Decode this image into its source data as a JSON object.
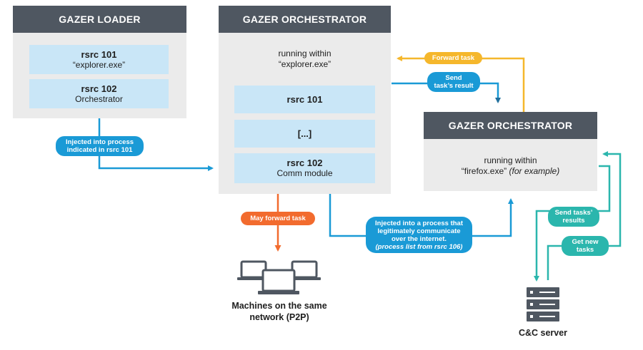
{
  "loader": {
    "title": "GAZER LOADER",
    "rsrc101": {
      "title": "rsrc 101",
      "sub": "“explorer.exe”"
    },
    "rsrc102": {
      "title": "rsrc 102",
      "sub": "Orchestrator"
    }
  },
  "orchestrator_main": {
    "title": "GAZER ORCHESTRATOR",
    "running_line1": "running within",
    "running_line2": "“explorer.exe”",
    "rsrc101": "rsrc 101",
    "ellipsis": "[...]",
    "rsrc102": {
      "title": "rsrc 102",
      "sub": "Comm module"
    }
  },
  "orchestrator_second": {
    "title": "GAZER ORCHESTRATOR",
    "running_line1": "running within",
    "running_line2_main": "“firefox.exe”",
    "running_line2_italic": "(for example)"
  },
  "labels": {
    "injected_line1": "Injected into process",
    "injected_line2": "indicated in rsrc 101",
    "forward_task": "Forward task",
    "send_result_line1": "Send",
    "send_result_line2": "task’s result",
    "may_forward": "May forward task",
    "injected_comm_line1": "Injected into a process that",
    "injected_comm_line2": "legitimately communicate",
    "injected_comm_line3": "over the internet.",
    "injected_comm_line4": "(process list from rsrc 106)",
    "send_tasks_line1": "Send tasks’",
    "send_tasks_line2": "results",
    "get_new_line1": "Get new",
    "get_new_line2": "tasks"
  },
  "machines": {
    "line1": "Machines on the same",
    "line2": "network (P2P)"
  },
  "cc": {
    "label": "C&C server"
  },
  "colors": {
    "header": "#4f5761",
    "box": "#ebebeb",
    "rsrc": "#c9e6f7",
    "blue": "#1a9ad6",
    "yellow": "#f5b72c",
    "orange": "#f26b2e",
    "teal": "#2bb6ad"
  },
  "icons": {
    "machines": "laptop-stack-icon",
    "server": "server-rack-icon"
  }
}
